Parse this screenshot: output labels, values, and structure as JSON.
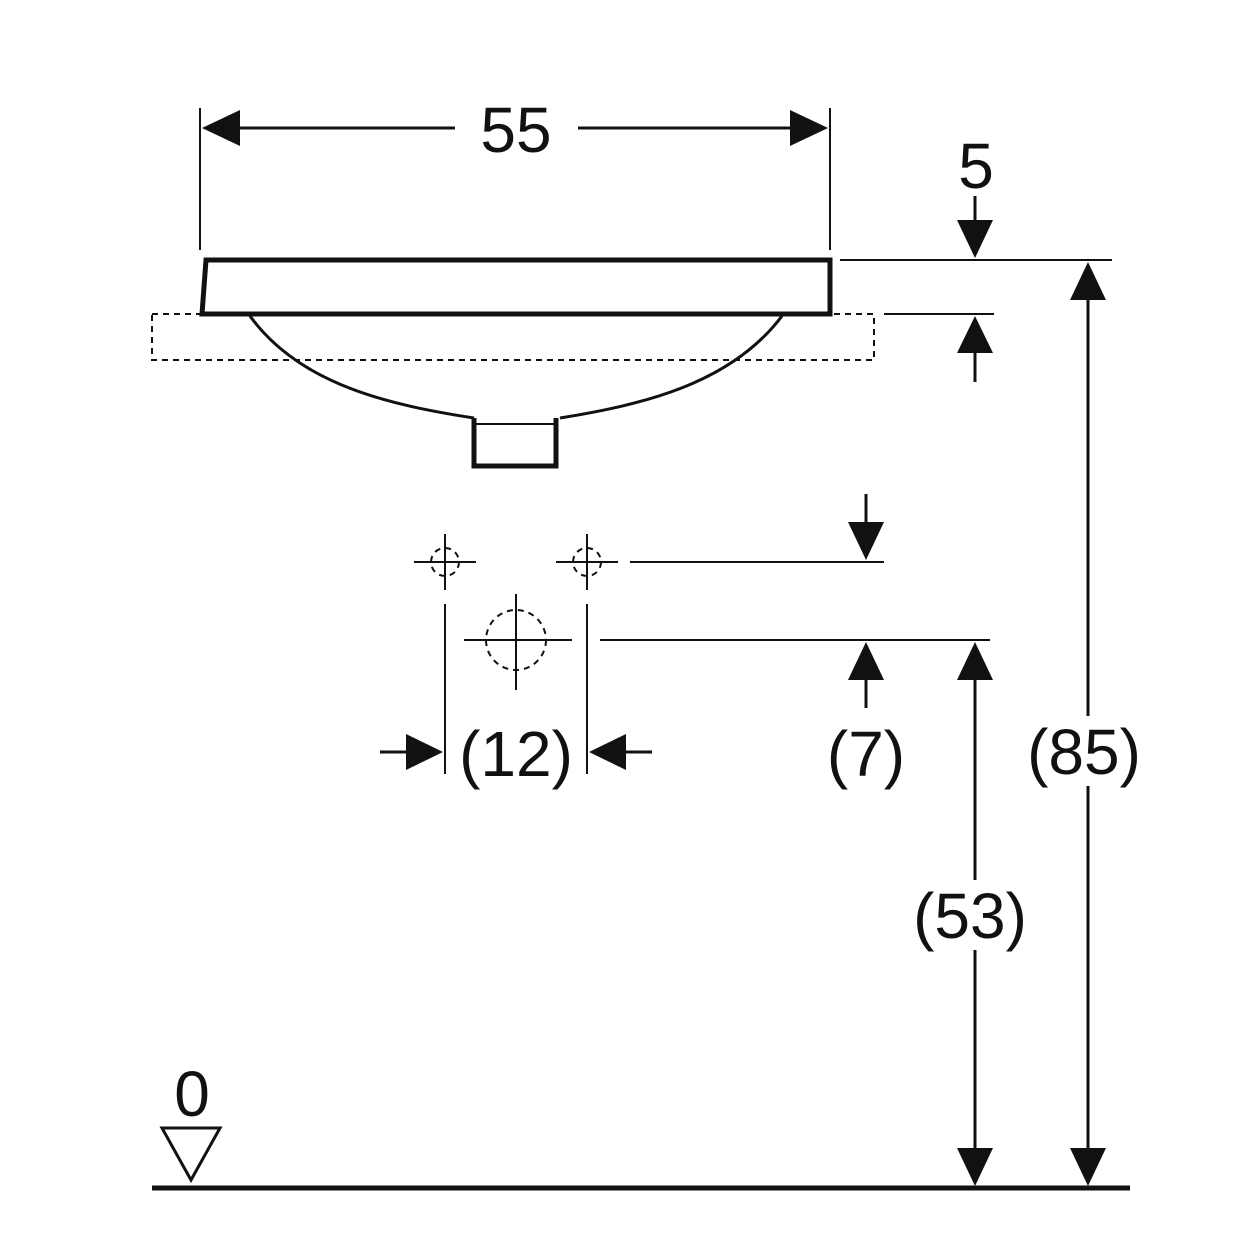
{
  "diagram": {
    "dimensions": {
      "width_top": "55",
      "rim_thickness": "5",
      "tap_spacing": "(12)",
      "tap_offset": "(7)",
      "outlet_height": "(53)",
      "total_height": "(85)"
    },
    "floor_level": "0"
  }
}
